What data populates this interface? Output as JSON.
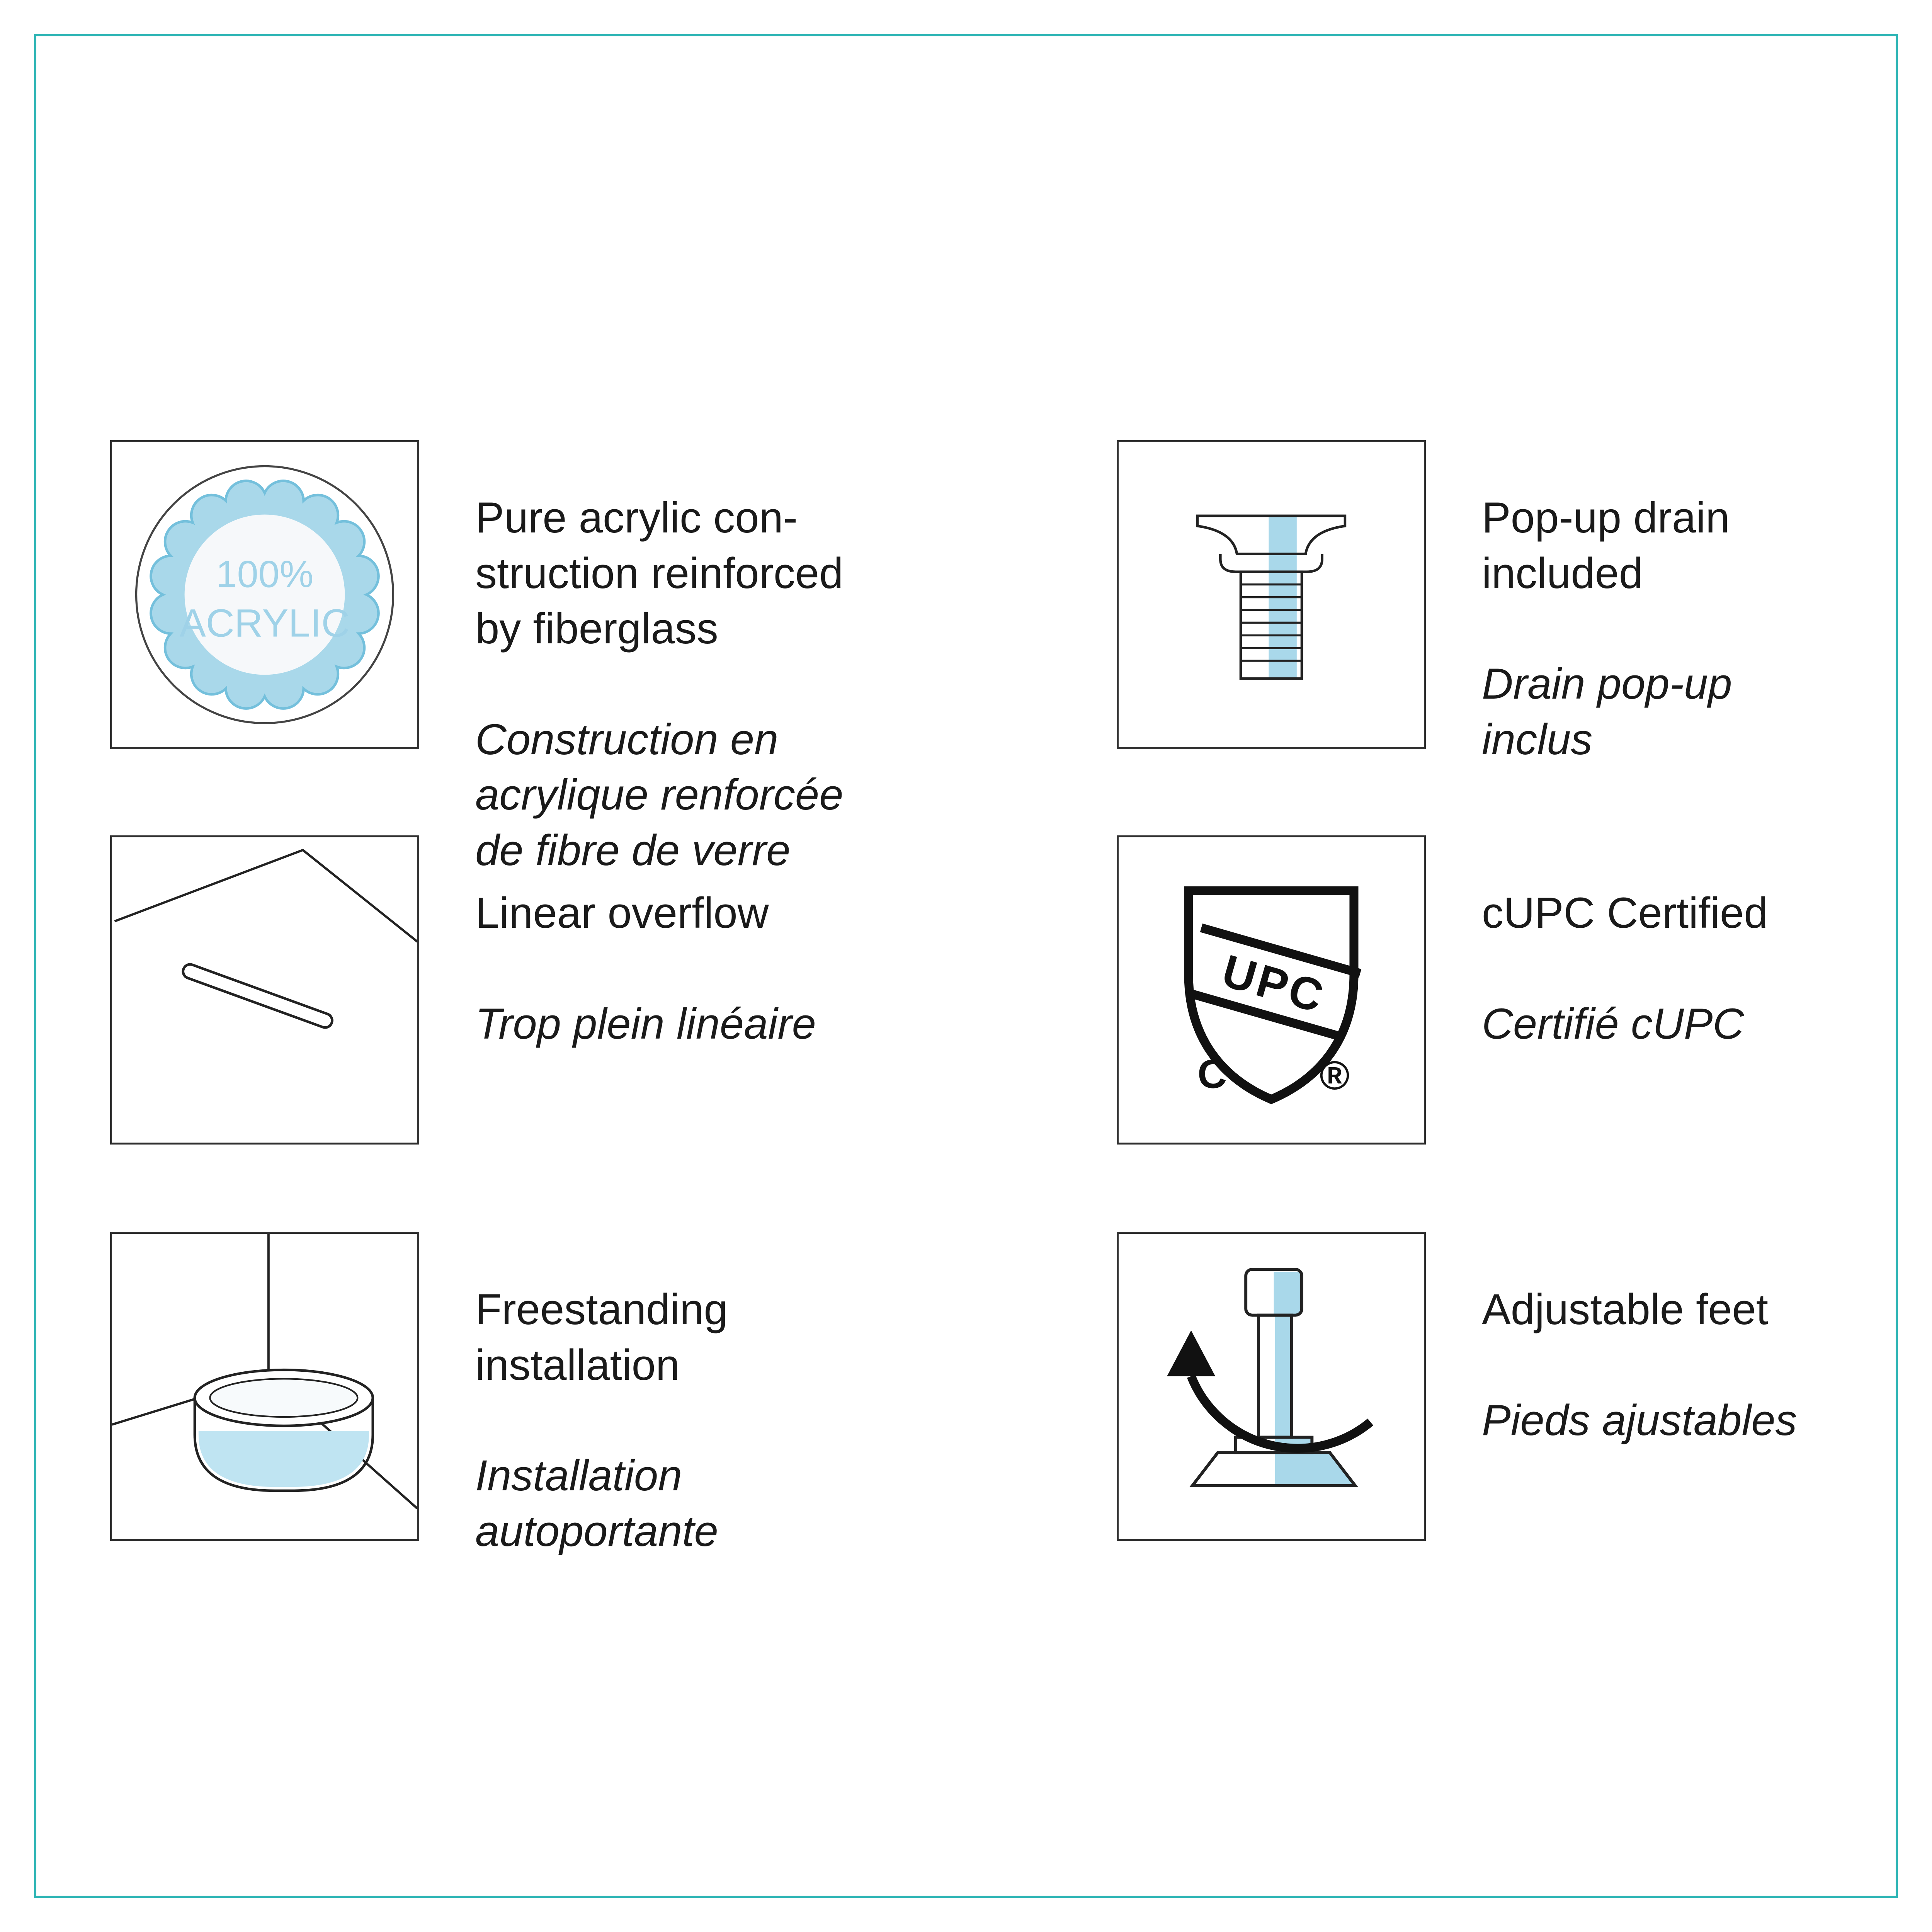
{
  "colors": {
    "teal_border": "#2cb4b4",
    "accent_blue": "#a9d8ea",
    "ink": "#1a1a1a"
  },
  "acrylic_badge": {
    "percent": "100%",
    "material": "ACRYLIC"
  },
  "cupc_shield": {
    "band": "UPC",
    "country": "C",
    "registered": "®"
  },
  "features": [
    {
      "en": "Pure acrylic con-\nstruction reinforced\nby fiberglass",
      "fr": "Construction en\nacrylique renforcée\nde fibre de verre"
    },
    {
      "en": "Pop-up drain\nincluded",
      "fr": "Drain pop-up\ninclus"
    },
    {
      "en": "Linear overflow",
      "fr": "Trop plein linéaire"
    },
    {
      "en": "cUPC Certified",
      "fr": "Certifié cUPC"
    },
    {
      "en": "Freestanding\ninstallation",
      "fr": "Installation\nautoportante"
    },
    {
      "en": "Adjustable feet",
      "fr": "Pieds ajustables"
    }
  ]
}
